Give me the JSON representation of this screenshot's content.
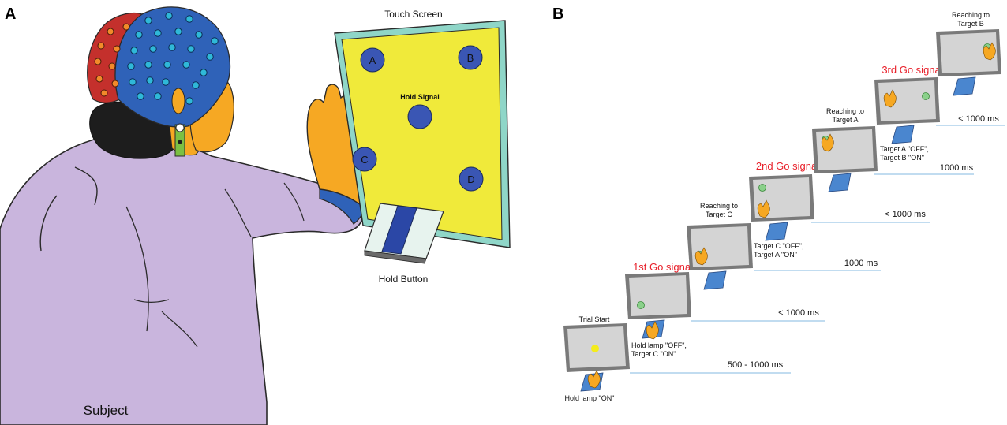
{
  "panels": {
    "a_letter": "A",
    "b_letter": "B"
  },
  "panel_a": {
    "touch_screen_label": "Touch Screen",
    "hold_signal_label": "Hold Signal",
    "hold_button_label": "Hold Button",
    "subject_label": "Subject",
    "targets": [
      "A",
      "B",
      "C",
      "D"
    ]
  },
  "panel_b": {
    "trial_start": "Trial Start",
    "hold_lamp_on": "Hold lamp \"ON\"",
    "step1_line1": "Hold lamp \"OFF\",",
    "step1_line2": "Target C \"ON\"",
    "go1": "1st Go signal",
    "reach_c_line1": "Reaching to",
    "reach_c_line2": "Target C",
    "step3_line1": "Target C \"OFF\",",
    "step3_line2": "Target A \"ON\"",
    "go2": "2nd Go signal",
    "reach_a_line1": "Reaching to",
    "reach_a_line2": "Target A",
    "step5_line1": "Target A \"OFF\",",
    "step5_line2": "Target B \"ON\"",
    "go3": "3rd Go signal",
    "reach_b_line1": "Reaching to",
    "reach_b_line2": "Target B",
    "times": [
      "500 - 1000 ms",
      "< 1000 ms",
      "1000 ms",
      "< 1000 ms",
      "1000 ms",
      "< 1000 ms"
    ]
  },
  "colors": {
    "screen_yellow": "#f0ea3a",
    "screen_frame": "#8fd6c8",
    "target_blue": "#3a56b4",
    "cap_blue": "#2f62b8",
    "cap_red": "#c4302c",
    "electrode_cyan": "#2fb8d8",
    "electrode_orange": "#f28a2a",
    "shirt_lavender": "#c9b5dd",
    "glove_orange": "#f6a823",
    "go_red": "#e8202a",
    "monitor_gray": "#d4d4d4",
    "monitor_frame": "#7a7a7a",
    "timeline_blue": "#9cc6e6"
  }
}
